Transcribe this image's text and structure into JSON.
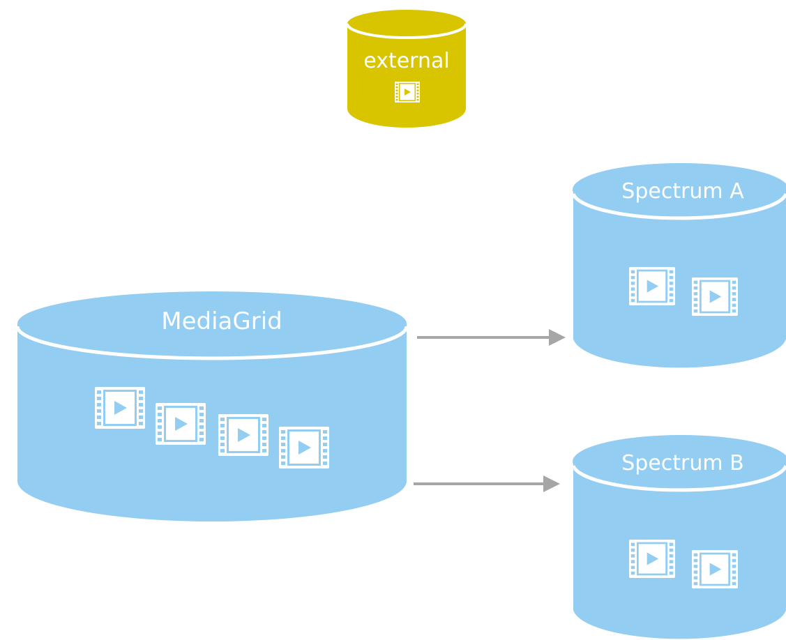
{
  "colors": {
    "background": "#ffffff",
    "storage_fill": "#93cdf2",
    "external_fill": "#d9c400",
    "outline": "#ffffff",
    "arrow": "#a6a6a6"
  },
  "nodes": {
    "external": {
      "label": "external",
      "icon": "video-file-icon",
      "icon_count": 1
    },
    "mediagrid": {
      "label": "MediaGrid",
      "icon": "video-file-icon",
      "icon_count": 4
    },
    "spectrum_a": {
      "label": "Spectrum A",
      "icon": "video-file-icon",
      "icon_count": 2
    },
    "spectrum_b": {
      "label": "Spectrum B",
      "icon": "video-file-icon",
      "icon_count": 2
    }
  },
  "edges": [
    {
      "from": "MediaGrid",
      "to": "Spectrum A"
    },
    {
      "from": "MediaGrid",
      "to": "Spectrum B"
    }
  ]
}
